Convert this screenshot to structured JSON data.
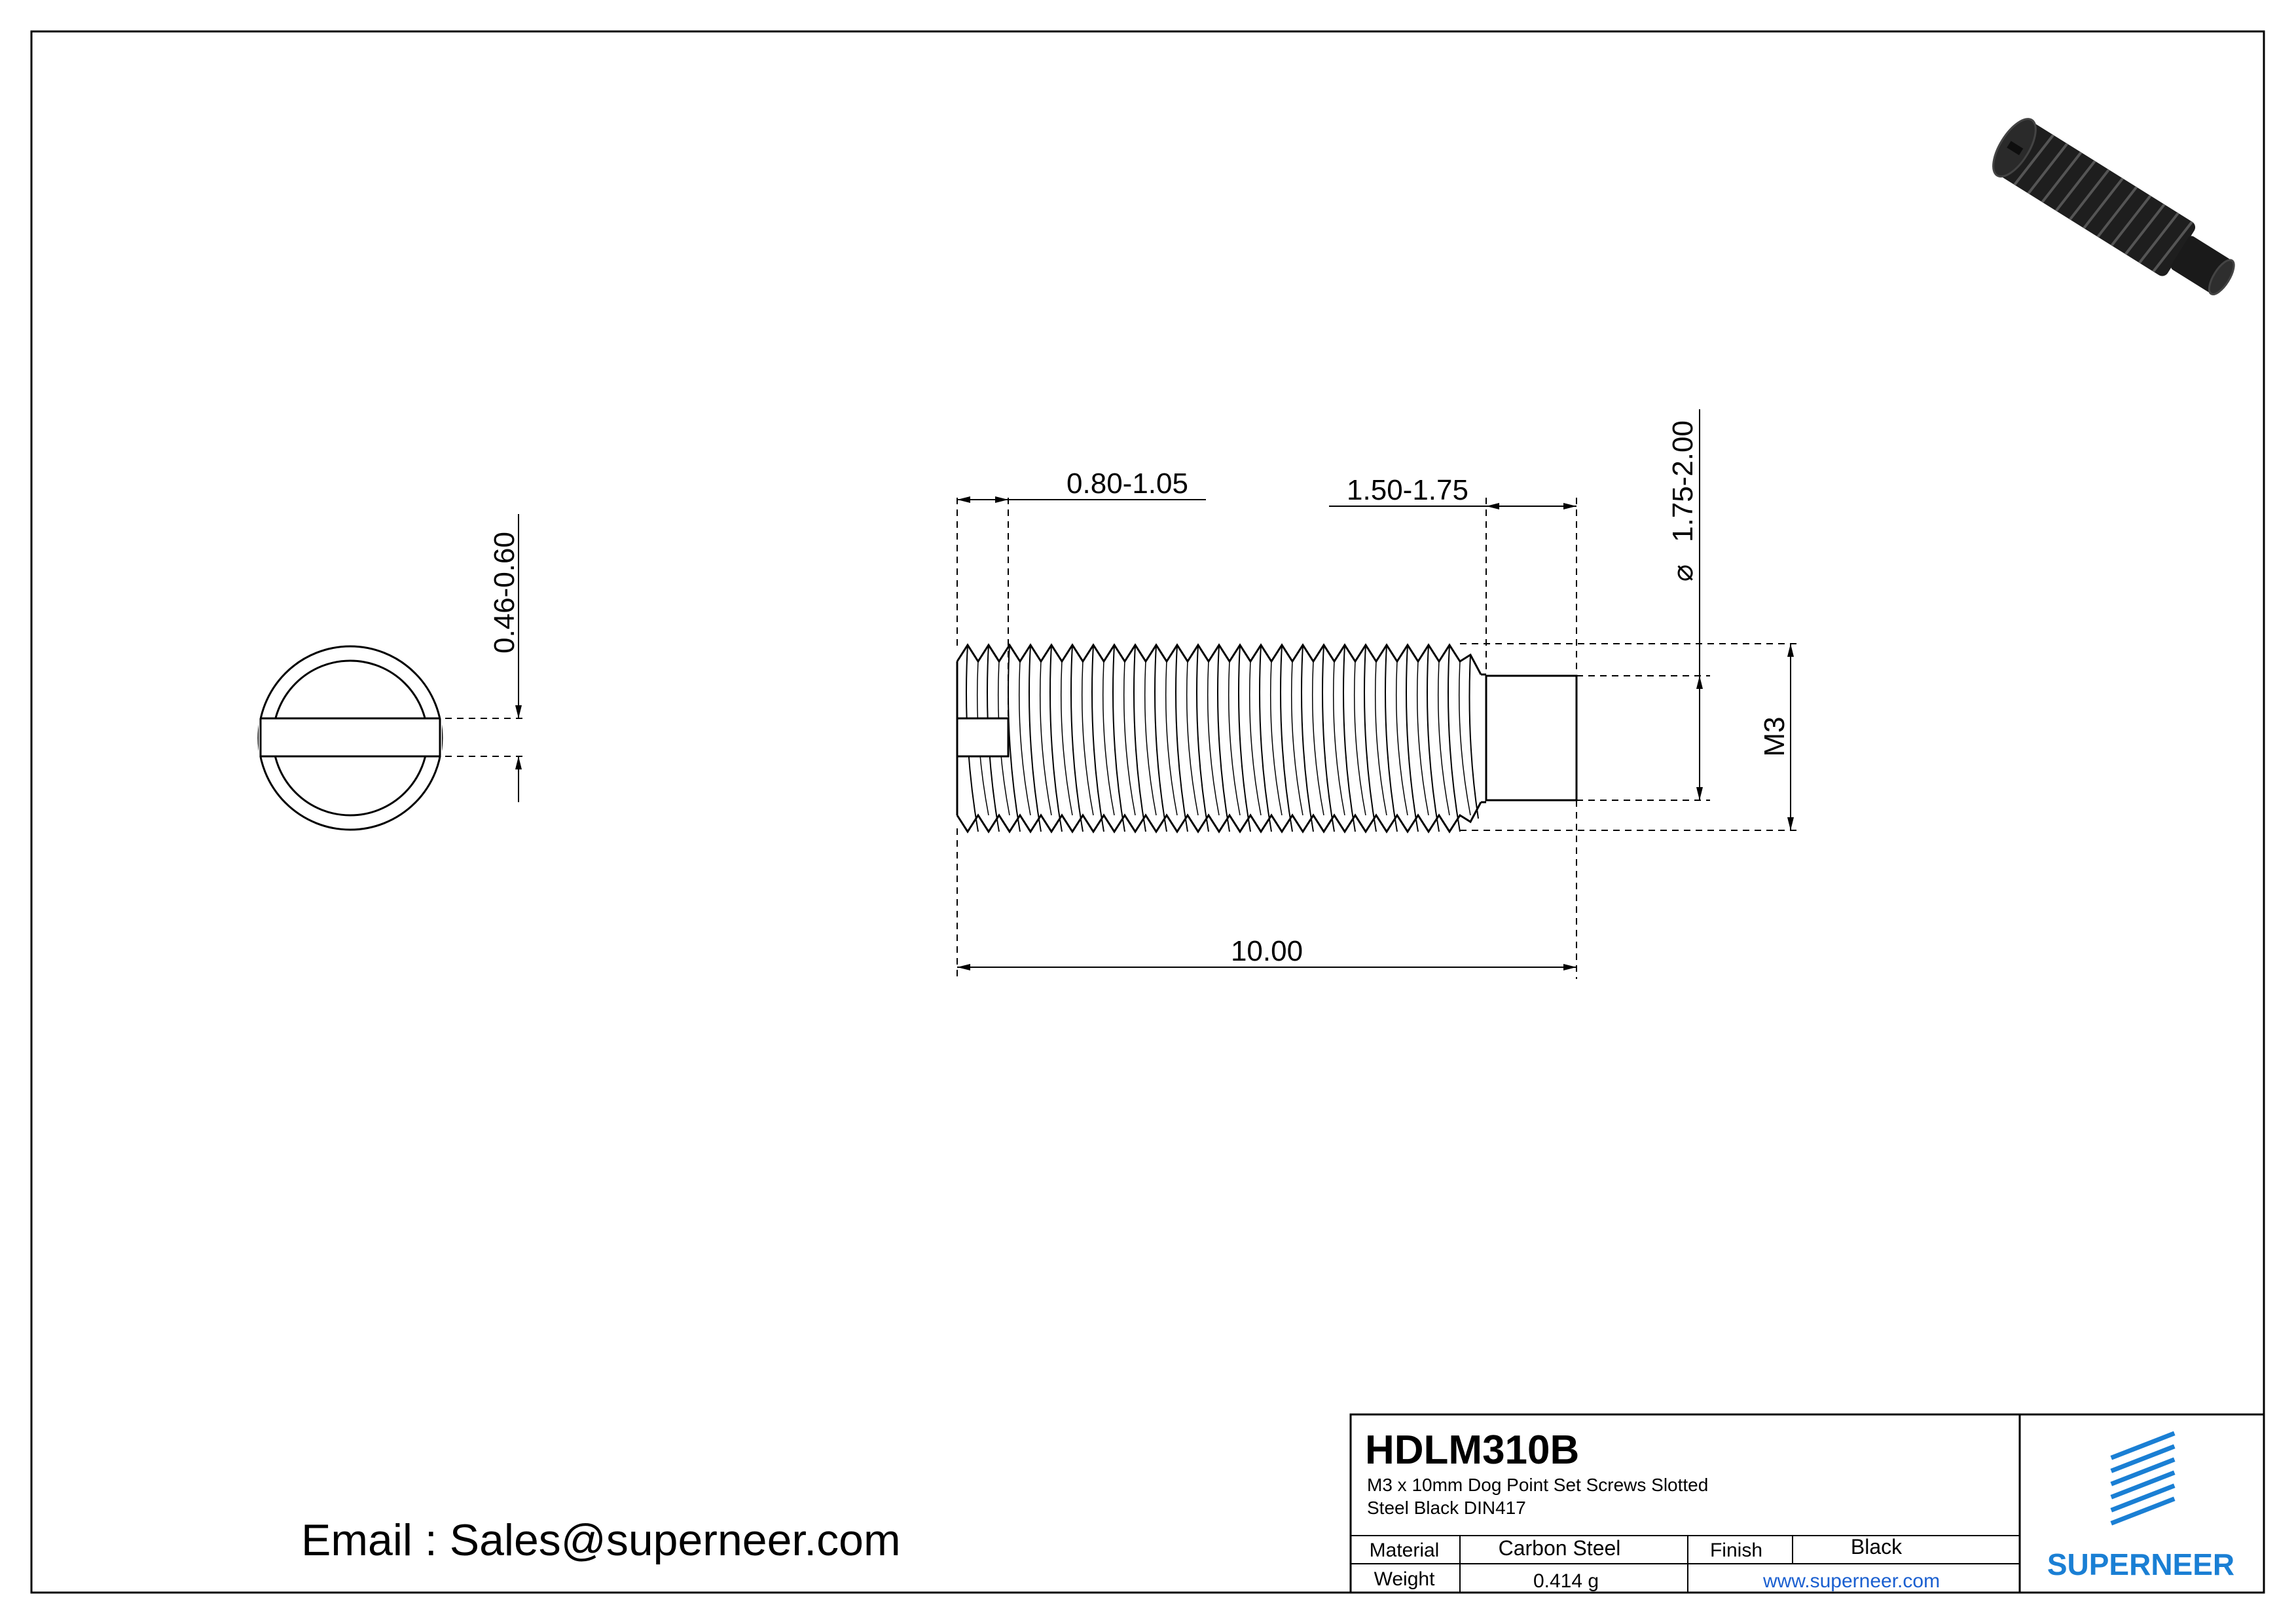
{
  "part_number": "HDLM310B",
  "description_line1": "M3 x 10mm Dog Point Set Screws Slotted",
  "description_line2": "Steel Black DIN417",
  "title_block": {
    "material_label": "Material",
    "material_value": "Carbon Steel",
    "finish_label": "Finish",
    "finish_value": "Black",
    "weight_label": "Weight",
    "weight_value": "0.414 g",
    "website": "www.superneer.com",
    "brand": "SUPERNEER"
  },
  "email": "Email : Sales@superneer.com",
  "dimensions": {
    "slot_width": "0.46-0.60",
    "slot_depth": "0.80-1.05",
    "point_length": "1.50-1.75",
    "point_diameter": "1.75-2.00",
    "diameter_symbol": "⌀",
    "thread": "M3",
    "total_length": "10.00"
  },
  "colors": {
    "line": "#000000",
    "brand_blue": "#1a7fd4",
    "link_blue": "#1a5fd0"
  }
}
